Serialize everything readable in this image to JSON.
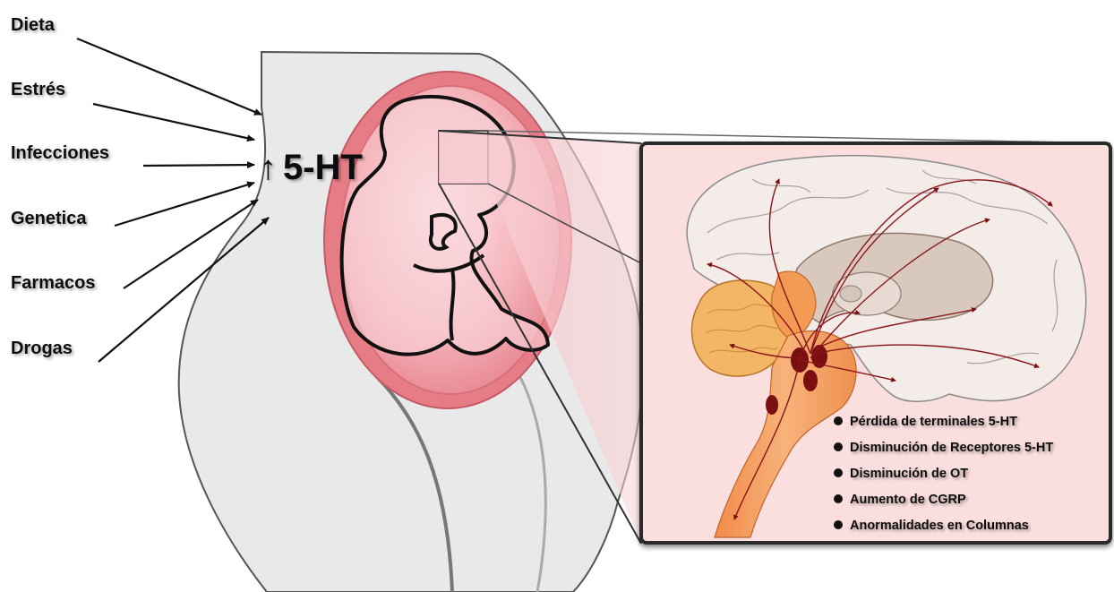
{
  "factors": [
    "Dieta",
    "Estrés",
    "Infecciones",
    "Genetica",
    "Farmacos",
    "Drogas"
  ],
  "serotonin": {
    "arrow": "↑",
    "label": "5-HT"
  },
  "findings": [
    "Pérdida de terminales 5-HT",
    "Disminución de Receptores 5-HT",
    "Disminución de OT",
    "Aumento de CGRP",
    "Anormalidades en Columnas"
  ],
  "colors": {
    "body": "#e9e9e9",
    "uterus": "#e8808a",
    "amniotic": "#f5c2c8",
    "inset_bg": "#fbdede",
    "cortex": "#f3ece8",
    "cerebellum": "#f3b566",
    "brainstem": "#f6a86c",
    "raphe": "#7a0f12",
    "projections": "#8a1418"
  },
  "icons": [
    "up-arrow-icon",
    "bullet-dot-icon"
  ]
}
